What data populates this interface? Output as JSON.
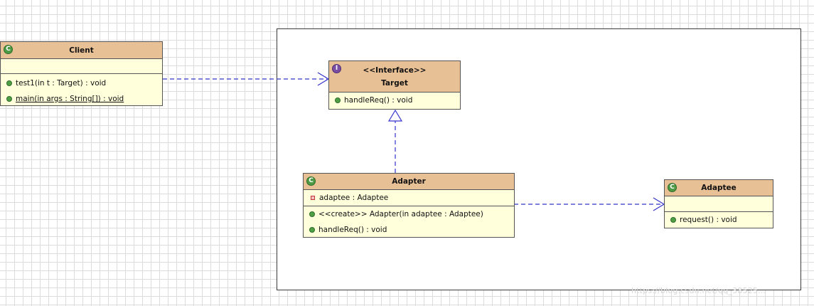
{
  "diagram": {
    "classes": {
      "client": {
        "name": "Client",
        "methods": [
          "test1(in t : Target) : void",
          "main(in args : String[]) : void"
        ]
      },
      "target": {
        "stereotype": "<<Interface>>",
        "name": "Target",
        "methods": [
          "handleReq() : void"
        ]
      },
      "adapter": {
        "name": "Adapter",
        "attributes": [
          "adaptee : Adaptee"
        ],
        "methods": [
          "<<create>> Adapter(in adaptee : Adaptee)",
          "handleReq() : void"
        ]
      },
      "adaptee": {
        "name": "Adaptee",
        "methods": [
          "request() : void"
        ]
      }
    },
    "relations": [
      {
        "from": "Client",
        "to": "Target",
        "type": "dependency"
      },
      {
        "from": "Adapter",
        "to": "Target",
        "type": "realization"
      },
      {
        "from": "Adapter",
        "to": "Adaptee",
        "type": "dependency"
      }
    ],
    "colors": {
      "header": "#e8c096",
      "body": "#ffffdc",
      "connector": "#3333cc",
      "class_icon": "#4e9a45",
      "interface_icon": "#7a4ea3"
    },
    "icons": {
      "class": "class-c-icon",
      "interface": "interface-i-icon",
      "public_method": "public-method-dot-icon",
      "private_field": "private-field-square-icon"
    },
    "watermark": "https://blog.csdn.net/qq_38525..."
  }
}
